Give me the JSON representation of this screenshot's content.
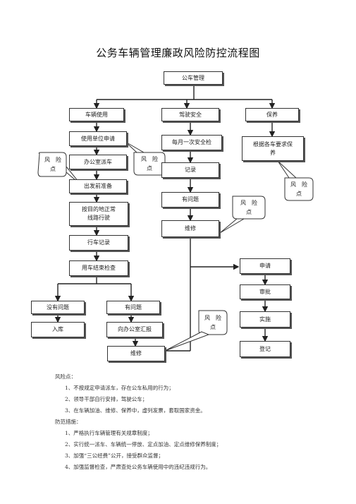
{
  "title": "公务车辆管理廉政风险防控流程图",
  "nodes": {
    "root": "公车管理",
    "vehicle_use": "车辆使用",
    "driving_safety": "驾驶安全",
    "maintenance": "保养",
    "unit_apply": "使用单位申请",
    "office_dispatch": "办公室派车",
    "departure_prep": "出发前准备",
    "route": "按目的地正常线路行驶",
    "trip_record": "行车记录",
    "post_check": "用车结束检查",
    "no_problem": "没有问题",
    "has_problem_left": "有问题",
    "storage": "入库",
    "report_office": "向办公室汇报",
    "repair_left": "维修",
    "monthly_check": "每月一次安全检",
    "record": "记录",
    "has_problem_mid": "有问题",
    "repair_mid": "维修",
    "per_vehicle_maint": "根据各车要求保养",
    "apply": "申请",
    "approve": "审批",
    "implement": "实施",
    "register": "登记"
  },
  "risk_label": [
    "风　险",
    "点"
  ],
  "notes": {
    "risk_heading": "风险点：",
    "risk_items": [
      "1、不按规定申请派车，存在公车私用的行为；",
      "2、领导干部自行安排，驾驶公车；",
      "3、在车辆加油、维修、保养中，虚列发票，套取国家资金。"
    ],
    "measure_heading": "防范措施：",
    "measure_items": [
      "1、严格执行车辆管理有关规章制度；",
      "2、实行统一派车、车辆统一停放、定点加油、定点维修保养制度；",
      "3、加强“三公经费”公开，接受群众监督；",
      "4、加强监督检查，严肃查处公务车辆使用中的违纪违规行为。"
    ]
  }
}
